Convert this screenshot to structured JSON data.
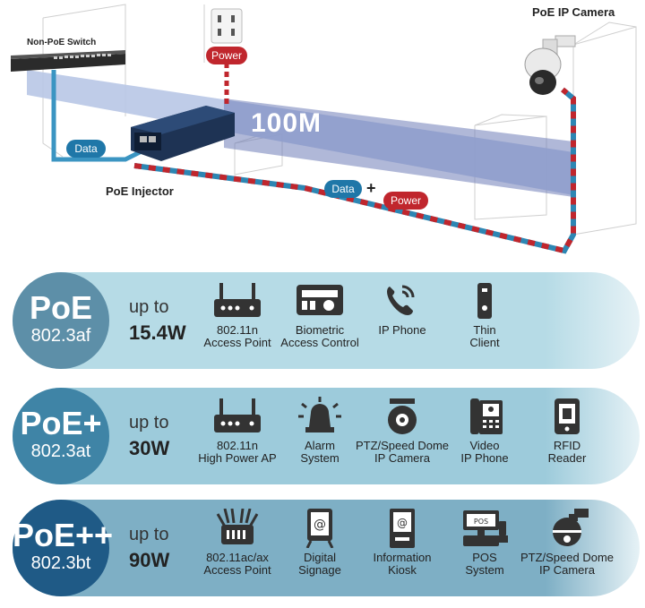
{
  "diagram": {
    "switch_label": "Non-PoE Switch",
    "camera_label": "PoE IP Camera",
    "injector_label": "PoE Injector",
    "speed_label": "100M",
    "data_label": "Data",
    "power_label": "Power",
    "plus_label": "+"
  },
  "tiers": [
    {
      "standard": "PoE",
      "ieee": "802.3af",
      "up_to": "up to",
      "watts": "15.4W",
      "color": "#5d8fa8",
      "band_color": "#b6dbe6",
      "devices": [
        {
          "icon": "router-icon",
          "line1": "802.11n",
          "line2": "Access Point"
        },
        {
          "icon": "biometric-icon",
          "line1": "Biometric",
          "line2": "Access Control"
        },
        {
          "icon": "phone-icon",
          "line1": "IP Phone",
          "line2": ""
        },
        {
          "icon": "thin-client-icon",
          "line1": "Thin",
          "line2": "Client"
        }
      ]
    },
    {
      "standard": "PoE+",
      "ieee": "802.3at",
      "up_to": "up to",
      "watts": "30W",
      "color": "#3f84a6",
      "band_color": "#9dcbdb",
      "devices": [
        {
          "icon": "high-power-ap-icon",
          "line1": "802.11n",
          "line2": "High Power AP"
        },
        {
          "icon": "alarm-icon",
          "line1": "Alarm",
          "line2": "System"
        },
        {
          "icon": "ptz-camera-icon",
          "line1": "PTZ/Speed Dome",
          "line2": "IP Camera"
        },
        {
          "icon": "video-phone-icon",
          "line1": "Video",
          "line2": "IP Phone"
        },
        {
          "icon": "rfid-reader-icon",
          "line1": "RFID",
          "line2": "Reader"
        }
      ]
    },
    {
      "standard": "PoE++",
      "ieee": "802.3bt",
      "up_to": "up to",
      "watts": "90W",
      "color": "#1f5a86",
      "band_color": "#7eafc5",
      "devices": [
        {
          "icon": "ac-ax-ap-icon",
          "line1": "802.11ac/ax",
          "line2": "Access Point"
        },
        {
          "icon": "digital-signage-icon",
          "line1": "Digital",
          "line2": "Signage"
        },
        {
          "icon": "kiosk-icon",
          "line1": "Information",
          "line2": "Kiosk"
        },
        {
          "icon": "pos-icon",
          "line1": "POS",
          "line2": "System",
          "screen_text": "POS"
        },
        {
          "icon": "dome-camera-icon",
          "line1": "PTZ/Speed Dome",
          "line2": "IP Camera"
        }
      ]
    }
  ]
}
